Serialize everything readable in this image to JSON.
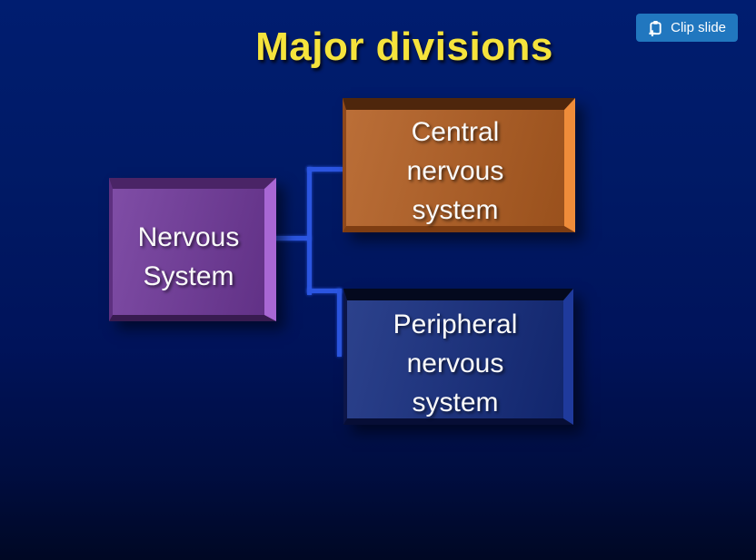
{
  "slide": {
    "title": "Major divisions",
    "title_color": "#f5e33c",
    "background_top": "#001d70",
    "background_bottom": "#000824"
  },
  "clip_button": {
    "label": "Clip slide",
    "background": "#2177bf",
    "icon": "clipboard-plus-icon"
  },
  "diagram": {
    "connector_color": "#2b55e0",
    "root": {
      "label": "Nervous System",
      "lines": [
        "Nervous",
        "System"
      ],
      "face_color": "#71399c"
    },
    "children": [
      {
        "label": "Central nervous system",
        "lines": [
          "Central",
          "nervous",
          "system"
        ],
        "face_color": "#b35e21"
      },
      {
        "label": "Peripheral nervous system",
        "lines": [
          "Peripheral",
          "nervous",
          "system"
        ],
        "face_color": "#142c7f"
      }
    ]
  }
}
